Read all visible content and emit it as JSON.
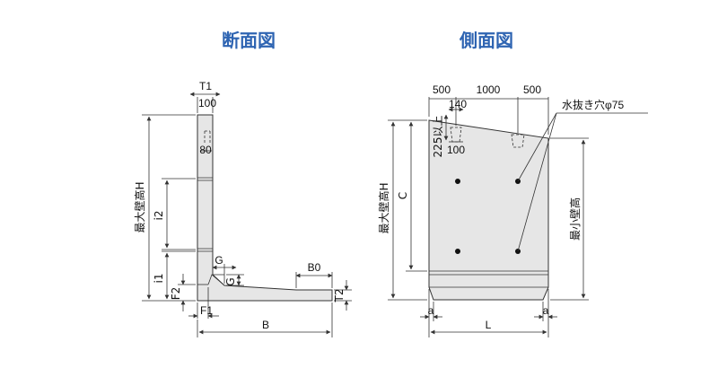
{
  "titles": {
    "cross_section": "断面図",
    "side_view": "側面図"
  },
  "cross_section_labels": {
    "T1": "T1",
    "t100": "100",
    "t80": "80",
    "max_wall_height": "最大壁高H",
    "i2": "i2",
    "i1": "i1",
    "F2": "F2",
    "F1": "F1",
    "G_top": "G",
    "G_side": "G",
    "B0": "B0",
    "T2": "T2",
    "B": "B"
  },
  "side_view_labels": {
    "d500_left": "500",
    "d1000": "1000",
    "d500_right": "500",
    "d140": "140",
    "d225": "225以上",
    "d100": "100",
    "drain_hole": "水抜き穴φ75",
    "max_wall_height": "最大壁高H",
    "C": "C",
    "min_wall_height": "最小壁高",
    "a_left": "a",
    "a_right": "a",
    "L": "L"
  },
  "colors": {
    "title": "#2e64b2",
    "body_fill": "#e6e6e6",
    "line": "#333333"
  }
}
